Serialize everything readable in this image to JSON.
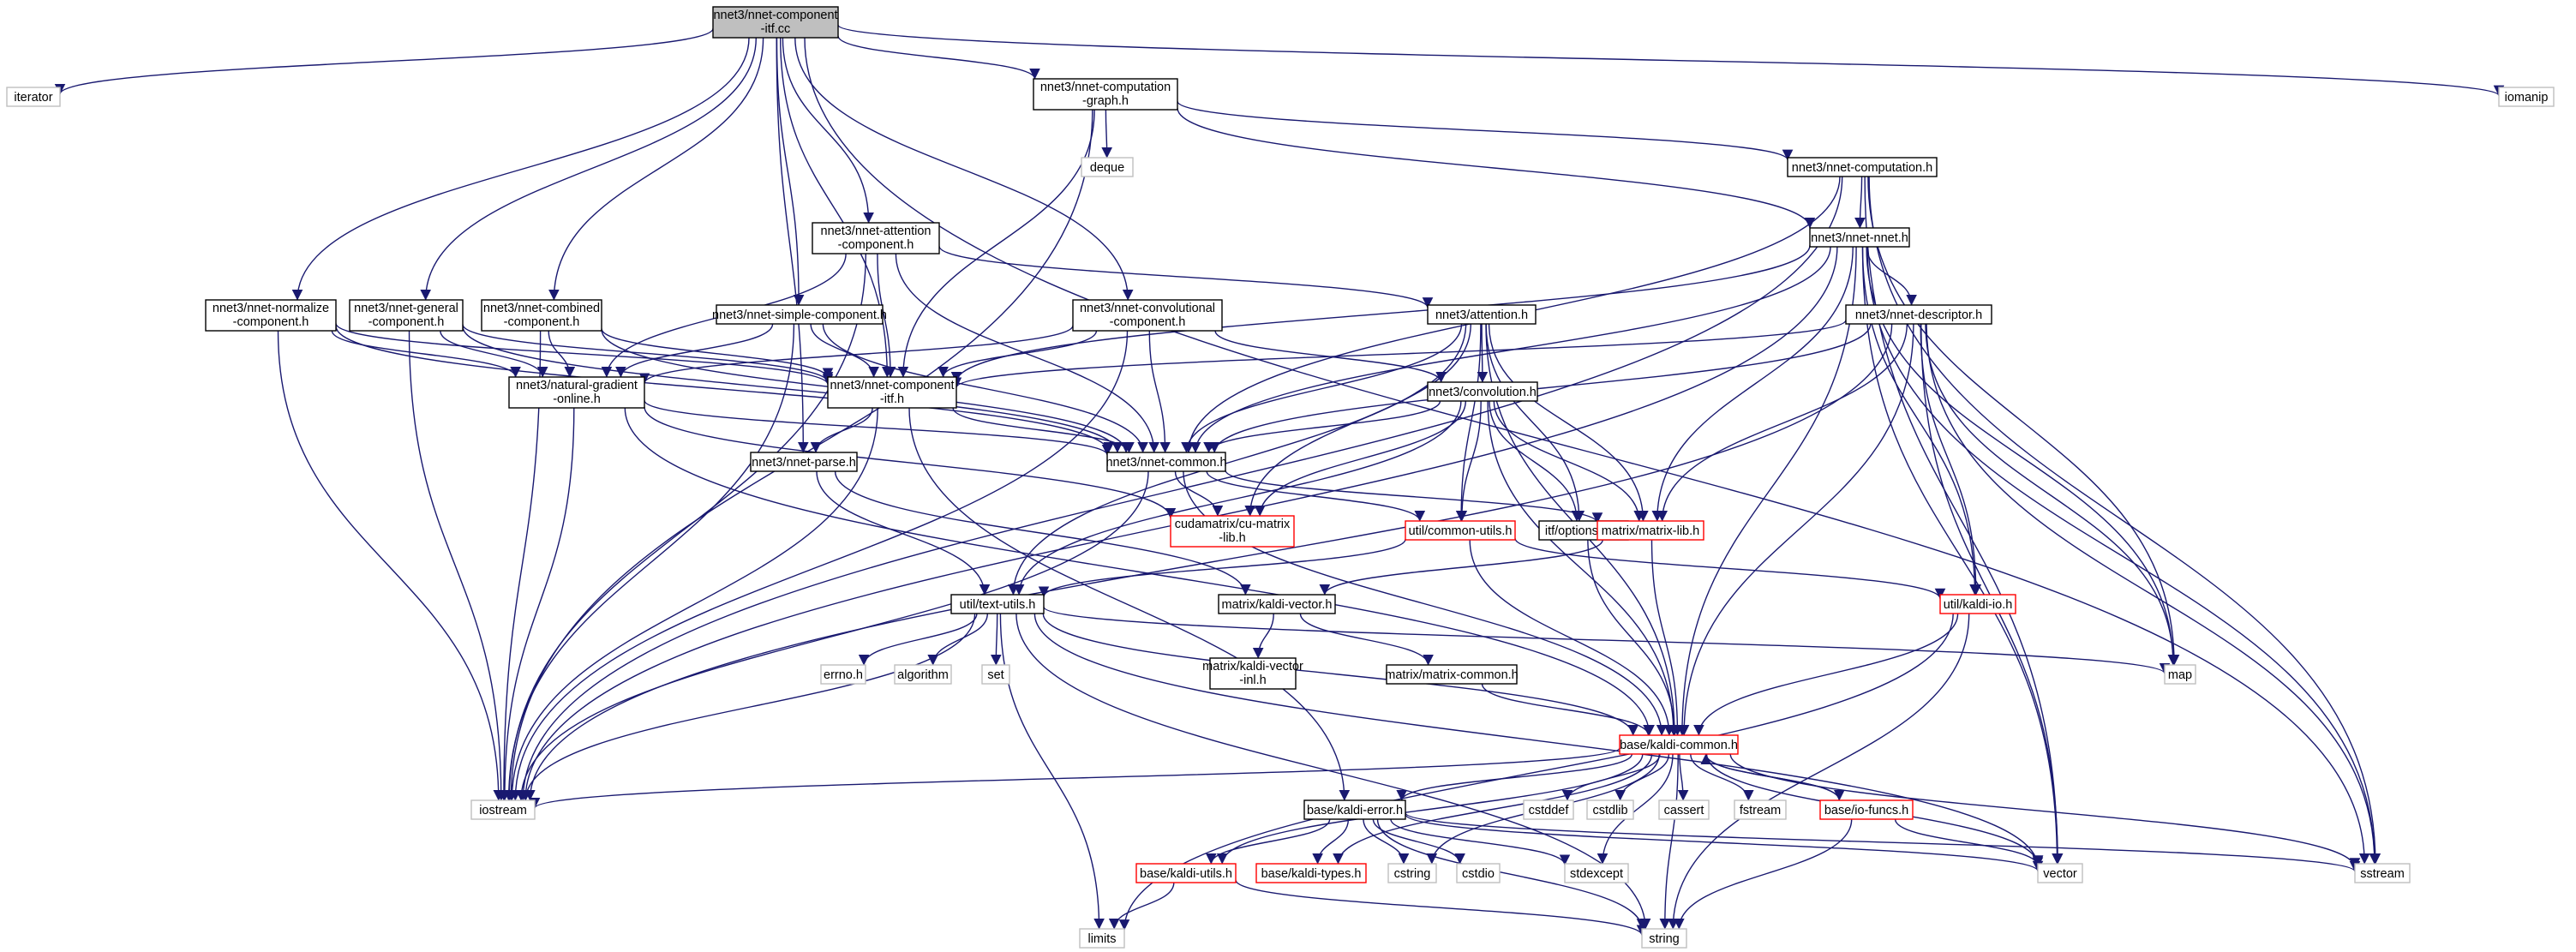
{
  "colors": {
    "edge": "#191970",
    "root_fill": "#bfbfbf",
    "local_border": "#000000",
    "linked_border": "#ff0000",
    "system_border": "#bfbfbf"
  },
  "nodes": {
    "root": {
      "label": [
        "nnet3/nnet-component",
        "-itf.cc"
      ]
    },
    "iterator": {
      "label": [
        "iterator"
      ]
    },
    "iomanip": {
      "label": [
        "iomanip"
      ]
    },
    "computation_graph": {
      "label": [
        "nnet3/nnet-computation",
        "-graph.h"
      ]
    },
    "deque": {
      "label": [
        "deque"
      ]
    },
    "computation": {
      "label": [
        "nnet3/nnet-computation.h"
      ]
    },
    "attention_comp": {
      "label": [
        "nnet3/nnet-attention",
        "-component.h"
      ]
    },
    "nnet": {
      "label": [
        "nnet3/nnet-nnet.h"
      ]
    },
    "normalize": {
      "label": [
        "nnet3/nnet-normalize",
        "-component.h"
      ]
    },
    "general": {
      "label": [
        "nnet3/nnet-general",
        "-component.h"
      ]
    },
    "combined": {
      "label": [
        "nnet3/nnet-combined",
        "-component.h"
      ]
    },
    "simple": {
      "label": [
        "nnet3/nnet-simple-component.h"
      ]
    },
    "convolutional": {
      "label": [
        "nnet3/nnet-convolutional",
        "-component.h"
      ]
    },
    "attention": {
      "label": [
        "nnet3/attention.h"
      ]
    },
    "descriptor": {
      "label": [
        "nnet3/nnet-descriptor.h"
      ]
    },
    "natural_gradient": {
      "label": [
        "nnet3/natural-gradient",
        "-online.h"
      ]
    },
    "component_itf": {
      "label": [
        "nnet3/nnet-component",
        "-itf.h"
      ]
    },
    "convolution": {
      "label": [
        "nnet3/convolution.h"
      ]
    },
    "parse": {
      "label": [
        "nnet3/nnet-parse.h"
      ]
    },
    "nnet_common": {
      "label": [
        "nnet3/nnet-common.h"
      ]
    },
    "cu_matrix": {
      "label": [
        "cudamatrix/cu-matrix",
        "-lib.h"
      ]
    },
    "common_utils": {
      "label": [
        "util/common-utils.h"
      ]
    },
    "options_itf": {
      "label": [
        "itf/options-itf.h"
      ]
    },
    "matrix_lib": {
      "label": [
        "matrix/matrix-lib.h"
      ]
    },
    "text_utils": {
      "label": [
        "util/text-utils.h"
      ]
    },
    "kaldi_vector": {
      "label": [
        "matrix/kaldi-vector.h"
      ]
    },
    "kaldi_io": {
      "label": [
        "util/kaldi-io.h"
      ]
    },
    "kaldi_vector_inl": {
      "label": [
        "matrix/kaldi-vector",
        "-inl.h"
      ]
    },
    "matrix_common": {
      "label": [
        "matrix/matrix-common.h"
      ]
    },
    "map": {
      "label": [
        "map"
      ]
    },
    "errno": {
      "label": [
        "errno.h"
      ]
    },
    "algorithm": {
      "label": [
        "algorithm"
      ]
    },
    "set": {
      "label": [
        "set"
      ]
    },
    "kaldi_common": {
      "label": [
        "base/kaldi-common.h"
      ]
    },
    "iostream": {
      "label": [
        "iostream"
      ]
    },
    "cstddef": {
      "label": [
        "cstddef"
      ]
    },
    "cstdlib": {
      "label": [
        "cstdlib"
      ]
    },
    "cassert": {
      "label": [
        "cassert"
      ]
    },
    "fstream": {
      "label": [
        "fstream"
      ]
    },
    "io_funcs": {
      "label": [
        "base/io-funcs.h"
      ]
    },
    "kaldi_error": {
      "label": [
        "base/kaldi-error.h"
      ]
    },
    "kaldi_utils": {
      "label": [
        "base/kaldi-utils.h"
      ]
    },
    "kaldi_types": {
      "label": [
        "base/kaldi-types.h"
      ]
    },
    "cstring": {
      "label": [
        "cstring"
      ]
    },
    "cstdio": {
      "label": [
        "cstdio"
      ]
    },
    "stdexcept": {
      "label": [
        "stdexcept"
      ]
    },
    "vector": {
      "label": [
        "vector"
      ]
    },
    "sstream": {
      "label": [
        "sstream"
      ]
    },
    "limits": {
      "label": [
        "limits"
      ]
    },
    "string": {
      "label": [
        "string"
      ]
    }
  },
  "edges": [
    [
      "root",
      "iterator"
    ],
    [
      "root",
      "iomanip"
    ],
    [
      "root",
      "sstream"
    ],
    [
      "root",
      "computation_graph"
    ],
    [
      "root",
      "attention_comp"
    ],
    [
      "root",
      "normalize"
    ],
    [
      "root",
      "general"
    ],
    [
      "root",
      "combined"
    ],
    [
      "root",
      "simple"
    ],
    [
      "root",
      "convolutional"
    ],
    [
      "root",
      "component_itf"
    ],
    [
      "root",
      "parse"
    ],
    [
      "computation_graph",
      "deque"
    ],
    [
      "computation_graph",
      "computation"
    ],
    [
      "computation_graph",
      "nnet"
    ],
    [
      "computation_graph",
      "component_itf"
    ],
    [
      "computation_graph",
      "iostream"
    ],
    [
      "computation",
      "nnet"
    ],
    [
      "computation",
      "nnet_common"
    ],
    [
      "computation",
      "map"
    ],
    [
      "computation",
      "vector"
    ],
    [
      "computation",
      "sstream"
    ],
    [
      "computation",
      "iostream"
    ],
    [
      "attention_comp",
      "attention"
    ],
    [
      "attention_comp",
      "component_itf"
    ],
    [
      "attention_comp",
      "natural_gradient"
    ],
    [
      "attention_comp",
      "nnet_common"
    ],
    [
      "attention_comp",
      "iostream"
    ],
    [
      "nnet",
      "descriptor"
    ],
    [
      "nnet",
      "component_itf"
    ],
    [
      "nnet",
      "nnet_common"
    ],
    [
      "nnet",
      "kaldi_io"
    ],
    [
      "nnet",
      "matrix_lib"
    ],
    [
      "nnet",
      "kaldi_common"
    ],
    [
      "nnet",
      "map"
    ],
    [
      "nnet",
      "vector"
    ],
    [
      "nnet",
      "sstream"
    ],
    [
      "nnet",
      "iostream"
    ],
    [
      "normalize",
      "component_itf"
    ],
    [
      "normalize",
      "natural_gradient"
    ],
    [
      "normalize",
      "nnet_common"
    ],
    [
      "normalize",
      "iostream"
    ],
    [
      "general",
      "component_itf"
    ],
    [
      "general",
      "natural_gradient"
    ],
    [
      "general",
      "nnet_common"
    ],
    [
      "general",
      "iostream"
    ],
    [
      "combined",
      "component_itf"
    ],
    [
      "combined",
      "natural_gradient"
    ],
    [
      "combined",
      "nnet_common"
    ],
    [
      "combined",
      "iostream"
    ],
    [
      "simple",
      "component_itf"
    ],
    [
      "simple",
      "natural_gradient"
    ],
    [
      "simple",
      "nnet_common"
    ],
    [
      "simple",
      "iostream"
    ],
    [
      "convolutional",
      "component_itf"
    ],
    [
      "convolutional",
      "natural_gradient"
    ],
    [
      "convolutional",
      "convolution"
    ],
    [
      "convolutional",
      "nnet_common"
    ],
    [
      "convolutional",
      "iostream"
    ],
    [
      "attention",
      "convolution"
    ],
    [
      "attention",
      "nnet_common"
    ],
    [
      "attention",
      "cu_matrix"
    ],
    [
      "attention",
      "common_utils"
    ],
    [
      "attention",
      "options_itf"
    ],
    [
      "attention",
      "matrix_lib"
    ],
    [
      "attention",
      "kaldi_common"
    ],
    [
      "attention",
      "text_utils"
    ],
    [
      "descriptor",
      "nnet_common"
    ],
    [
      "descriptor",
      "component_itf"
    ],
    [
      "descriptor",
      "matrix_lib"
    ],
    [
      "descriptor",
      "kaldi_io"
    ],
    [
      "descriptor",
      "kaldi_common"
    ],
    [
      "descriptor",
      "map"
    ],
    [
      "descriptor",
      "vector"
    ],
    [
      "descriptor",
      "sstream"
    ],
    [
      "descriptor",
      "iostream"
    ],
    [
      "natural_gradient",
      "cu_matrix"
    ],
    [
      "natural_gradient",
      "nnet_common"
    ],
    [
      "natural_gradient",
      "iostream"
    ],
    [
      "natural_gradient",
      "kaldi_common"
    ],
    [
      "component_itf",
      "parse"
    ],
    [
      "component_itf",
      "nnet_common"
    ],
    [
      "component_itf",
      "kaldi_error"
    ],
    [
      "component_itf",
      "iostream"
    ],
    [
      "convolution",
      "nnet_common"
    ],
    [
      "convolution",
      "cu_matrix"
    ],
    [
      "convolution",
      "common_utils"
    ],
    [
      "convolution",
      "options_itf"
    ],
    [
      "convolution",
      "matrix_lib"
    ],
    [
      "convolution",
      "kaldi_common"
    ],
    [
      "convolution",
      "text_utils"
    ],
    [
      "parse",
      "text_utils"
    ],
    [
      "parse",
      "kaldi_vector"
    ],
    [
      "nnet_common",
      "cu_matrix"
    ],
    [
      "nnet_common",
      "matrix_lib"
    ],
    [
      "nnet_common",
      "common_utils"
    ],
    [
      "nnet_common",
      "kaldi_common"
    ],
    [
      "nnet_common",
      "iostream"
    ],
    [
      "common_utils",
      "kaldi_io"
    ],
    [
      "common_utils",
      "kaldi_common"
    ],
    [
      "common_utils",
      "text_utils"
    ],
    [
      "options_itf",
      "kaldi_common"
    ],
    [
      "matrix_lib",
      "kaldi_vector"
    ],
    [
      "matrix_lib",
      "kaldi_common"
    ],
    [
      "text_utils",
      "errno"
    ],
    [
      "text_utils",
      "algorithm"
    ],
    [
      "text_utils",
      "set"
    ],
    [
      "text_utils",
      "map"
    ],
    [
      "text_utils",
      "limits"
    ],
    [
      "text_utils",
      "string"
    ],
    [
      "text_utils",
      "vector"
    ],
    [
      "text_utils",
      "kaldi_common"
    ],
    [
      "text_utils",
      "iostream"
    ],
    [
      "kaldi_vector",
      "kaldi_vector_inl"
    ],
    [
      "kaldi_vector",
      "matrix_common"
    ],
    [
      "matrix_common",
      "kaldi_common"
    ],
    [
      "kaldi_io",
      "kaldi_common"
    ],
    [
      "kaldi_io",
      "string"
    ],
    [
      "kaldi_io",
      "limits"
    ],
    [
      "kaldi_common",
      "iostream"
    ],
    [
      "kaldi_common",
      "cstddef"
    ],
    [
      "kaldi_common",
      "cstdlib"
    ],
    [
      "kaldi_common",
      "cassert"
    ],
    [
      "kaldi_common",
      "fstream"
    ],
    [
      "kaldi_common",
      "io_funcs"
    ],
    [
      "kaldi_common",
      "kaldi_error"
    ],
    [
      "kaldi_common",
      "kaldi_utils"
    ],
    [
      "kaldi_common",
      "kaldi_types"
    ],
    [
      "kaldi_common",
      "cstring"
    ],
    [
      "kaldi_common",
      "stdexcept"
    ],
    [
      "kaldi_common",
      "vector"
    ],
    [
      "kaldi_common",
      "sstream"
    ],
    [
      "kaldi_common",
      "string"
    ],
    [
      "io_funcs",
      "kaldi_common"
    ],
    [
      "io_funcs",
      "vector"
    ],
    [
      "io_funcs",
      "string"
    ],
    [
      "kaldi_error",
      "kaldi_types"
    ],
    [
      "kaldi_error",
      "kaldi_utils"
    ],
    [
      "kaldi_error",
      "cstring"
    ],
    [
      "kaldi_error",
      "cstdio"
    ],
    [
      "kaldi_error",
      "stdexcept"
    ],
    [
      "kaldi_error",
      "vector"
    ],
    [
      "kaldi_error",
      "sstream"
    ],
    [
      "kaldi_error",
      "string"
    ],
    [
      "kaldi_utils",
      "limits"
    ],
    [
      "kaldi_utils",
      "string"
    ]
  ]
}
